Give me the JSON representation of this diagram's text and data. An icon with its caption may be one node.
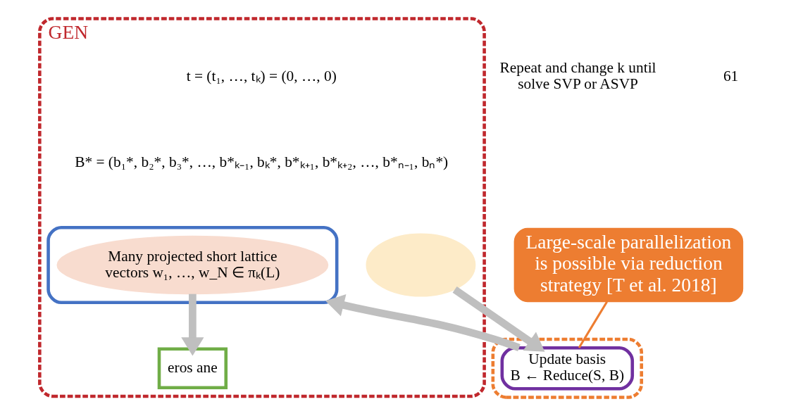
{
  "diagram": {
    "nodes": [
      {
        "text": [
          "GEN"
        ]
      },
      {
        "text": [],
        "shape": "ellipse",
        "in": 0
      },
      {
        "text": [
          "eros ane"
        ],
        "in": 0
      },
      {
        "text": [],
        "shape": "box",
        "in": 0
      },
      {
        "text": [
          "Many projected short lattice vectors w₁, …, w_N ∈ πₖ(L)"
        ],
        "in": 3
      },
      {
        "text": [],
        "shape": "box"
      },
      {
        "text": [
          "Update basis",
          "B ← Reduce(S, B)"
        ],
        "in": 5
      },
      {
        "text": [
          "Large-scale parallelization is possible via reduction strategy [T et al. 2018]"
        ]
      }
    ],
    "edges": [
      {
        "from": 4,
        "to": 2,
        "arrow": "to"
      },
      {
        "from": 1,
        "to": 6,
        "arrow": "to"
      },
      {
        "from": 6,
        "to": 3,
        "arrow": "to"
      },
      {
        "from": 7,
        "to": 6,
        "arrow": "none",
        "color": "#ed7d31"
      }
    ],
    "labels": [
      "t = (t₁, …, tₖ) = (0, …, 0)",
      "B* = (b₁*, b₂*, b₃*, …, b*ₖ₋₁, bₖ*, b*ₖ₊₁, b*ₖ₊₂, …, b*ₙ₋₁, bₙ*)",
      "Repeat and change k until solve SVP or ASVP",
      "61"
    ]
  }
}
